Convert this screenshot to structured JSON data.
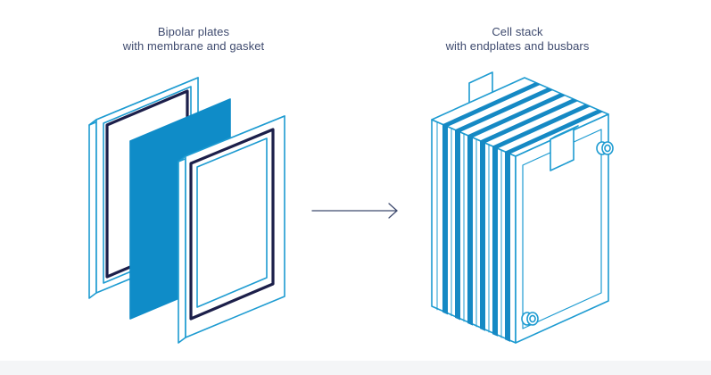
{
  "left_caption": {
    "line1": "Bipolar plates",
    "line2": "with membrane and gasket"
  },
  "right_caption": {
    "line1": "Cell stack",
    "line2": "with endplates and busbars"
  },
  "colors": {
    "outline": "#1d9bd1",
    "membrane": "#0f8cc8",
    "gasket": "#1c1f4a",
    "arrow": "#3e4a6e",
    "text": "#3e4a6e"
  },
  "icons": {
    "arrow": "right-arrow-icon"
  }
}
